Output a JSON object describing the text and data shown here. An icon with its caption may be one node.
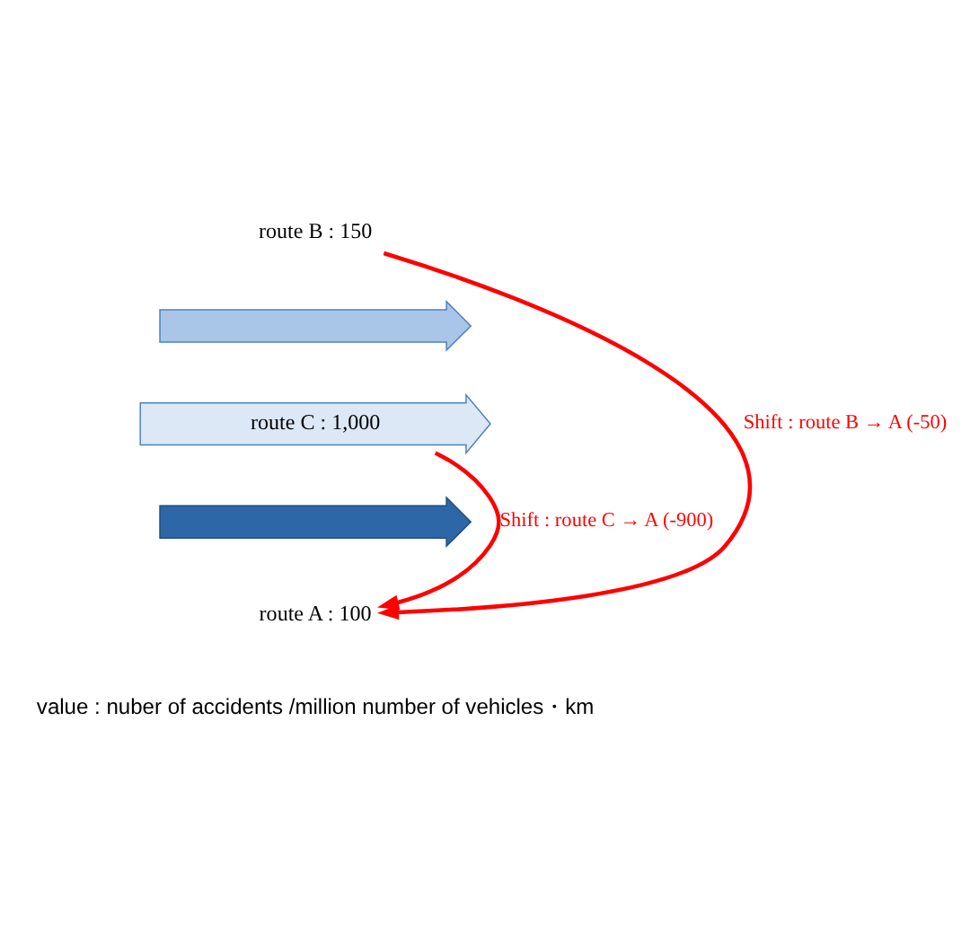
{
  "diagram": {
    "nodes": [
      {
        "text": [
          "route B : 150"
        ]
      },
      {
        "text": [],
        "shape": "arrow"
      },
      {
        "text": [
          "route C : 1,000"
        ]
      },
      {
        "text": [],
        "shape": "arrow"
      },
      {
        "text": [
          "route A : 100"
        ]
      }
    ],
    "edges": [
      {
        "from": 0,
        "to": 4,
        "arrow": "to",
        "label": "Shift : route B → A (-50)",
        "color": "#ff0000"
      },
      {
        "from": 2,
        "to": 4,
        "arrow": "to",
        "label": "Shift : route C → A (-900)",
        "color": "#ff0000"
      }
    ],
    "labels": [
      "value : nuber of accidents /million number of vehicles・km"
    ]
  }
}
